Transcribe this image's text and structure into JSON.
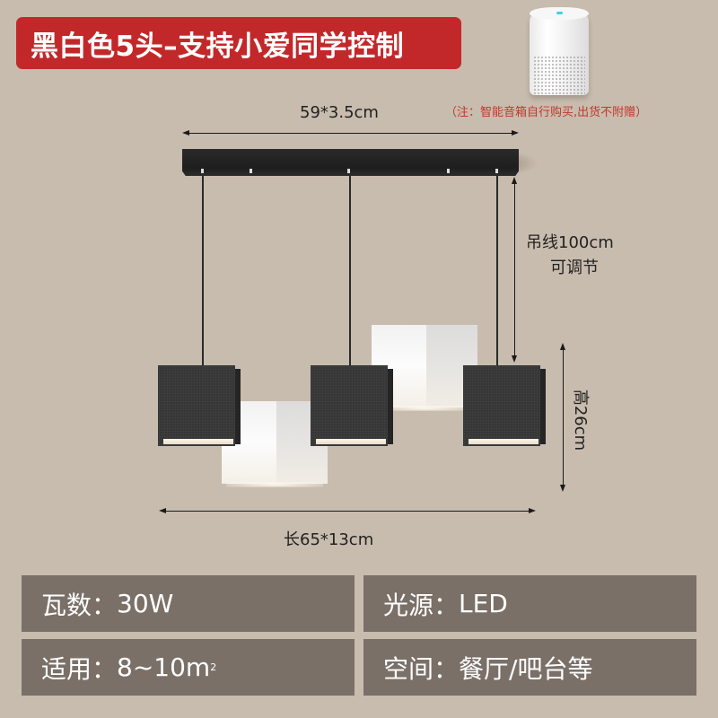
{
  "title": "黑白色5头–支持小爱同学控制",
  "speaker": {
    "icon": "smart-speaker-icon",
    "note": "（注：智能音箱自行购买,出货不附赠）"
  },
  "dimensions": {
    "canopy": "59*3.5cm",
    "wire_line1": "吊线100cm",
    "wire_line2": "可调节",
    "height": "高26cm",
    "length": "长65*13cm"
  },
  "lamp": {
    "heads": 5,
    "colors": {
      "black": "#363636",
      "white": "#f2f2f2"
    },
    "heads_layout": [
      "black",
      "white",
      "black",
      "white",
      "black"
    ]
  },
  "specs": [
    {
      "label": "瓦数：",
      "value": "30W"
    },
    {
      "label": "光源：",
      "value": "LED"
    },
    {
      "label": "适用：",
      "value": "8~10m",
      "sup": "2"
    },
    {
      "label": "空间：",
      "value": "餐厅/吧台等"
    }
  ],
  "colors": {
    "background": "#c8bcae",
    "banner": "#c2282a",
    "note": "#c0392b",
    "spec_box": "#7a7068"
  }
}
